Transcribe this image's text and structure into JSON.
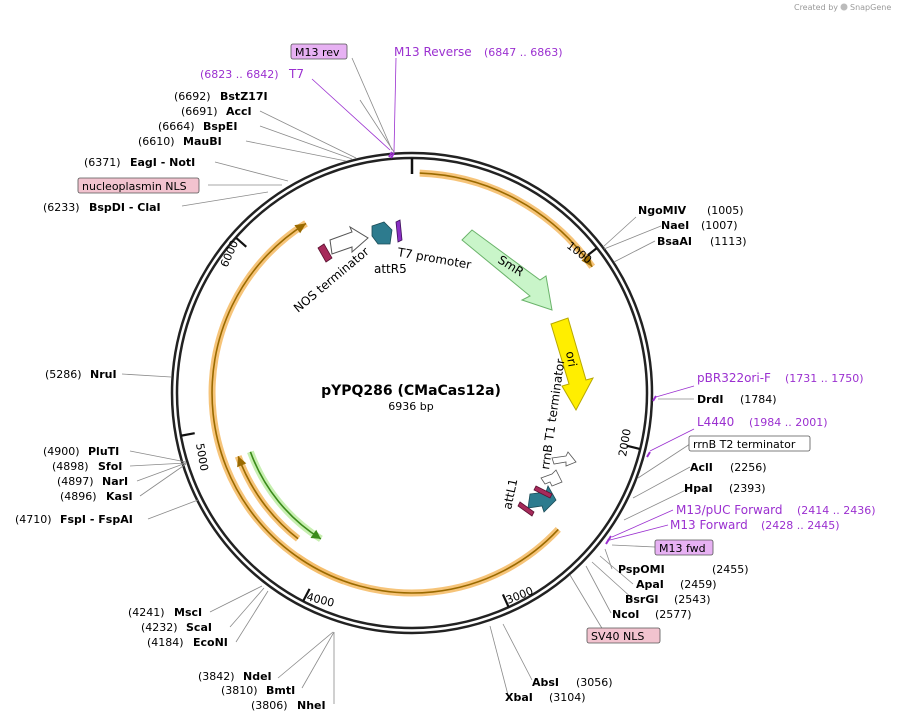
{
  "credit": "Created by",
  "brand": "SnapGene",
  "plasmid": {
    "name": "pYPQ286 (CMaCas12a)",
    "size": "6936 bp"
  },
  "ticks": [
    {
      "label": "1000",
      "bp": 1000
    },
    {
      "label": "2000",
      "bp": 2000
    },
    {
      "label": "3000",
      "bp": 3000
    },
    {
      "label": "4000",
      "bp": 4000
    },
    {
      "label": "5000",
      "bp": 5000
    },
    {
      "label": "6000",
      "bp": 6000
    }
  ],
  "sites": [
    {
      "name": "NgoMIV",
      "pos": "(1005)"
    },
    {
      "name": "NaeI",
      "pos": "(1007)"
    },
    {
      "name": "BsaAI",
      "pos": "(1113)"
    },
    {
      "name": "DrdI",
      "pos": "(1784)"
    },
    {
      "name": "AclI",
      "pos": "(2256)"
    },
    {
      "name": "HpaI",
      "pos": "(2393)"
    },
    {
      "name": "PspOMI",
      "pos": "(2455)"
    },
    {
      "name": "ApaI",
      "pos": "(2459)"
    },
    {
      "name": "BsrGI",
      "pos": "(2543)"
    },
    {
      "name": "NcoI",
      "pos": "(2577)"
    },
    {
      "name": "AbsI",
      "pos": "(3056)"
    },
    {
      "name": "XbaI",
      "pos": "(3104)"
    },
    {
      "name": "NdeI",
      "pos": "(3842)"
    },
    {
      "name": "BmtI",
      "pos": "(3810)"
    },
    {
      "name": "NheI",
      "pos": "(3806)"
    },
    {
      "name": "MscI",
      "pos": "(4241)"
    },
    {
      "name": "ScaI",
      "pos": "(4232)"
    },
    {
      "name": "EcoNI",
      "pos": "(4184)"
    },
    {
      "name": "PluTI",
      "pos": "(4900)"
    },
    {
      "name": "SfoI",
      "pos": "(4898)"
    },
    {
      "name": "NarI",
      "pos": "(4897)"
    },
    {
      "name": "KasI",
      "pos": "(4896)"
    },
    {
      "name": "FspI - FspAI",
      "pos": "(4710)"
    },
    {
      "name": "NruI",
      "pos": "(5286)"
    },
    {
      "name": "BspDI - ClaI",
      "pos": "(6233)"
    },
    {
      "name": "EagI - NotI",
      "pos": "(6371)"
    },
    {
      "name": "MauBI",
      "pos": "(6610)"
    },
    {
      "name": "BspEI",
      "pos": "(6664)"
    },
    {
      "name": "AccI",
      "pos": "(6691)"
    },
    {
      "name": "BstZ17I",
      "pos": "(6692)"
    }
  ],
  "primers": [
    {
      "name": "M13 Reverse",
      "range": "(6847 .. 6863)"
    },
    {
      "name": "T7",
      "range": "(6823 .. 6842)"
    },
    {
      "name": "pBR322ori-F",
      "range": "(1731 .. 1750)"
    },
    {
      "name": "L4440",
      "range": "(1984 .. 2001)"
    },
    {
      "name": "M13/pUC Forward",
      "range": "(2414 .. 2436)"
    },
    {
      "name": "M13 Forward",
      "range": "(2428 .. 2445)"
    }
  ],
  "boxed": [
    {
      "name": "M13 rev"
    },
    {
      "name": "nucleoplasmin NLS"
    },
    {
      "name": "rrnB T2 terminator"
    },
    {
      "name": "M13 fwd"
    },
    {
      "name": "SV40 NLS"
    }
  ],
  "features": [
    {
      "name": "SmR"
    },
    {
      "name": "ori"
    },
    {
      "name": "rrnB T1 terminator"
    },
    {
      "name": "attL1"
    },
    {
      "name": "attR5"
    },
    {
      "name": "T7 promoter"
    },
    {
      "name": "NOS terminator"
    }
  ],
  "colors": {
    "backbone": "#222222",
    "cds": "#f5be6a",
    "cds_edge": "#9a6a00",
    "smr": "#c9f5c9",
    "ori": "#ffee00",
    "teal": "#2d7b8e",
    "crimson": "#a62a5a",
    "purple": "#9b30d0",
    "nls_box": "#f2c3cf",
    "primer_box": "#e7b1f3",
    "green_arc": "#7ac94a"
  }
}
